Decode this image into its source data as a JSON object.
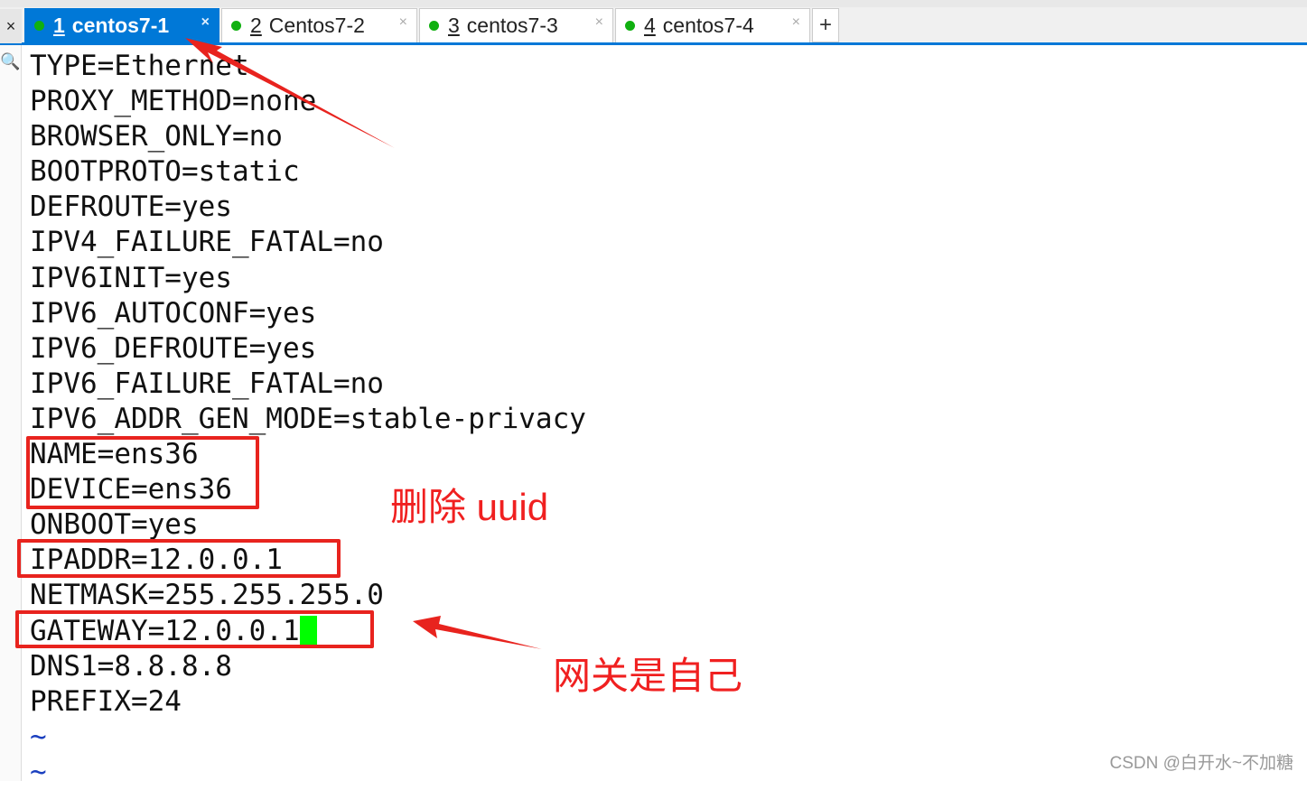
{
  "tabs": [
    {
      "num": "1",
      "label": "centos7-1",
      "active": true
    },
    {
      "num": "2",
      "label": "Centos7-2"
    },
    {
      "num": "3",
      "label": "centos7-3"
    },
    {
      "num": "4",
      "label": "centos7-4"
    }
  ],
  "tab_close": "×",
  "close_all": "×",
  "new_tab": "+",
  "lines": [
    "TYPE=Ethernet",
    "PROXY_METHOD=none",
    "BROWSER_ONLY=no",
    "BOOTPROTO=static",
    "DEFROUTE=yes",
    "IPV4_FAILURE_FATAL=no",
    "IPV6INIT=yes",
    "IPV6_AUTOCONF=yes",
    "IPV6_DEFROUTE=yes",
    "IPV6_FAILURE_FATAL=no",
    "IPV6_ADDR_GEN_MODE=stable-privacy",
    "NAME=ens36",
    "DEVICE=ens36",
    "ONBOOT=yes",
    "IPADDR=12.0.0.1",
    "NETMASK=255.255.255.0",
    "GATEWAY=12.0.0.1",
    "DNS1=8.8.8.8",
    "PREFIX=24",
    "~",
    "~"
  ],
  "annotations": {
    "delete_uuid": "删除 uuid",
    "gateway_self": "网关是自己"
  },
  "watermark": "CSDN @白开水~不加糖",
  "colors": {
    "accent": "#0078d7",
    "annotation": "#e8231e",
    "cursor": "#00ff00"
  }
}
